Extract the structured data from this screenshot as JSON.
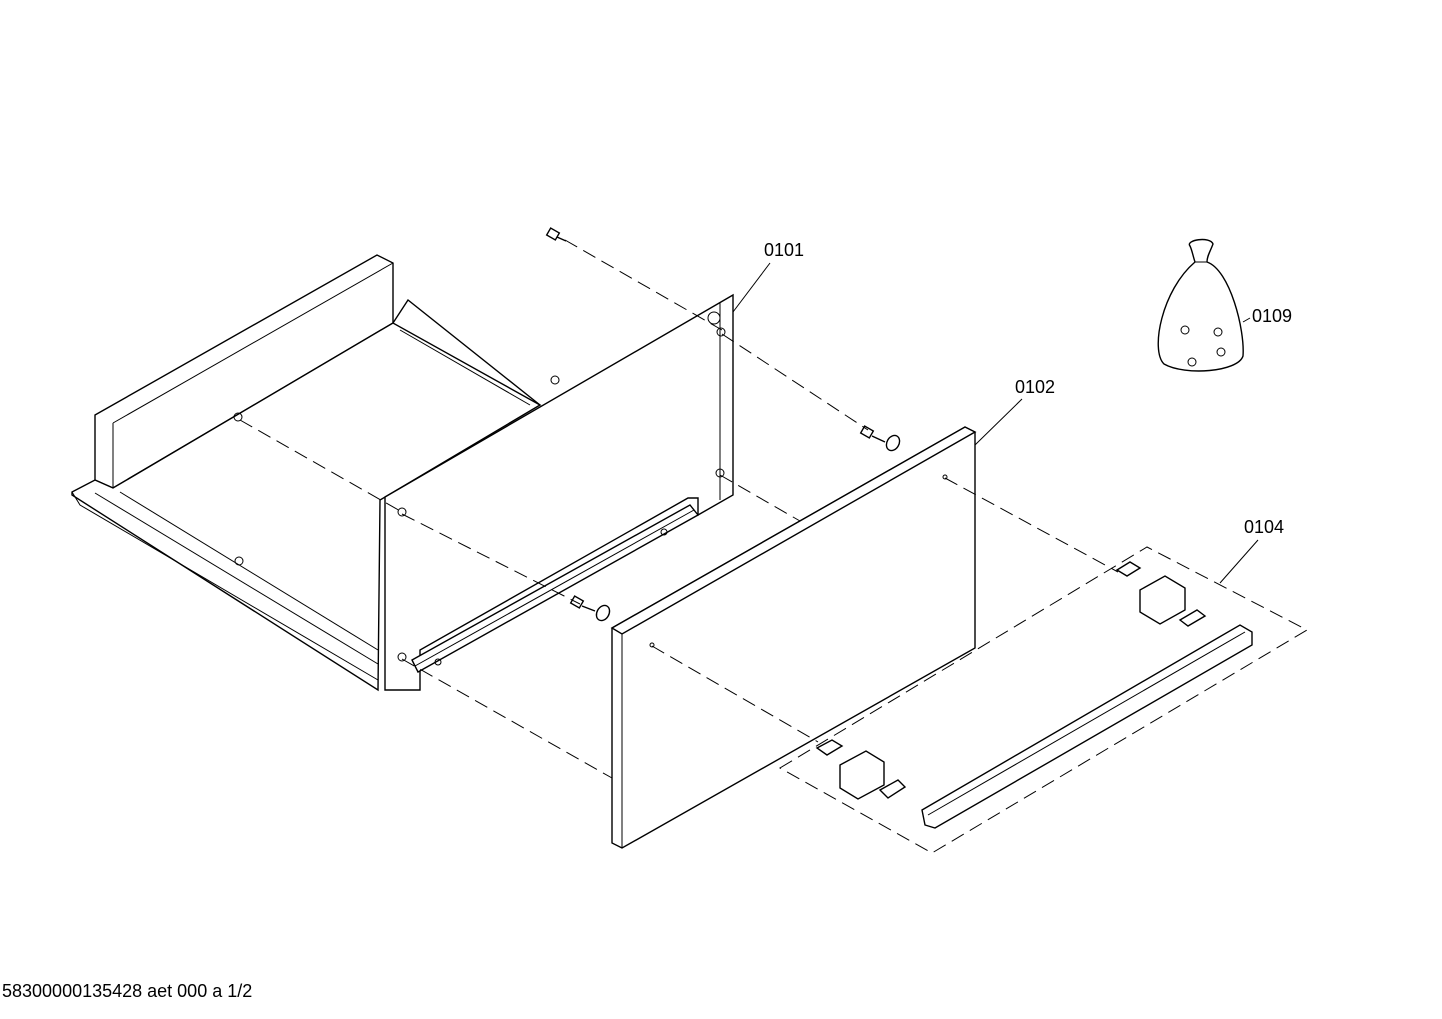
{
  "parts": {
    "p0101": "0101",
    "p0102": "0102",
    "p0104": "0104",
    "p0109": "0109"
  },
  "footer": {
    "doc_id": "58300000135428 aet 000 a 1/2"
  }
}
